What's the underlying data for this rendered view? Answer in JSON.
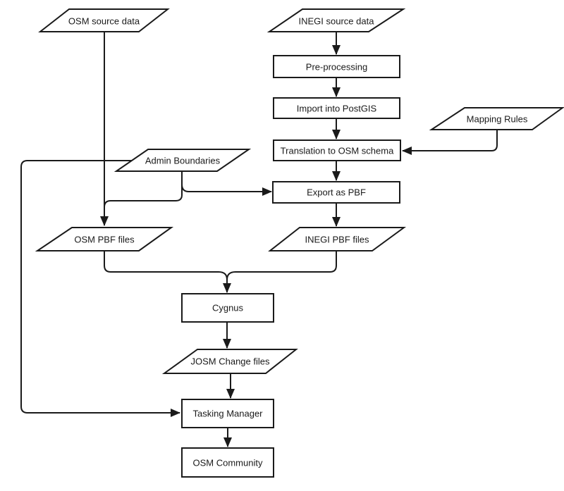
{
  "diagram": {
    "type": "flowchart",
    "background_color": "#ffffff",
    "stroke_color": "#1a1a1a",
    "shape_fill_color": "#ffffff",
    "text_color": "#1a1a1a",
    "nodes": {
      "osm_source": {
        "label": "OSM source data",
        "shape": "parallelogram"
      },
      "inegi_source": {
        "label": "INEGI source data",
        "shape": "parallelogram"
      },
      "pre_processing": {
        "label": "Pre-processing",
        "shape": "rectangle"
      },
      "import_postgis": {
        "label": "Import into PostGIS",
        "shape": "rectangle"
      },
      "mapping_rules": {
        "label": "Mapping Rules",
        "shape": "parallelogram"
      },
      "translation": {
        "label": "Translation to OSM schema",
        "shape": "rectangle"
      },
      "admin_boundaries": {
        "label": "Admin Boundaries",
        "shape": "parallelogram"
      },
      "export_pbf": {
        "label": "Export as PBF",
        "shape": "rectangle"
      },
      "osm_pbf": {
        "label": "OSM PBF files",
        "shape": "parallelogram"
      },
      "inegi_pbf": {
        "label": "INEGI PBF files",
        "shape": "parallelogram"
      },
      "cygnus": {
        "label": "Cygnus",
        "shape": "rectangle"
      },
      "josm_change": {
        "label": "JOSM Change files",
        "shape": "parallelogram"
      },
      "tasking_manager": {
        "label": "Tasking Manager",
        "shape": "rectangle"
      },
      "osm_community": {
        "label": "OSM Community",
        "shape": "rectangle"
      }
    },
    "edges": [
      {
        "from": "OSM source data",
        "to": "OSM PBF files"
      },
      {
        "from": "INEGI source data",
        "to": "Pre-processing"
      },
      {
        "from": "Pre-processing",
        "to": "Import into PostGIS"
      },
      {
        "from": "Import into PostGIS",
        "to": "Translation to OSM schema"
      },
      {
        "from": "Mapping Rules",
        "to": "Translation to OSM schema"
      },
      {
        "from": "Translation to OSM schema",
        "to": "Export as PBF"
      },
      {
        "from": "Admin Boundaries",
        "to": "Export as PBF"
      },
      {
        "from": "Admin Boundaries",
        "to": "OSM PBF files"
      },
      {
        "from": "Admin Boundaries",
        "to": "Tasking Manager"
      },
      {
        "from": "Export as PBF",
        "to": "INEGI PBF files"
      },
      {
        "from": "OSM PBF files",
        "to": "Cygnus"
      },
      {
        "from": "INEGI PBF files",
        "to": "Cygnus"
      },
      {
        "from": "Cygnus",
        "to": "JOSM Change files"
      },
      {
        "from": "JOSM Change files",
        "to": "Tasking Manager"
      },
      {
        "from": "Tasking Manager",
        "to": "OSM Community"
      }
    ]
  }
}
